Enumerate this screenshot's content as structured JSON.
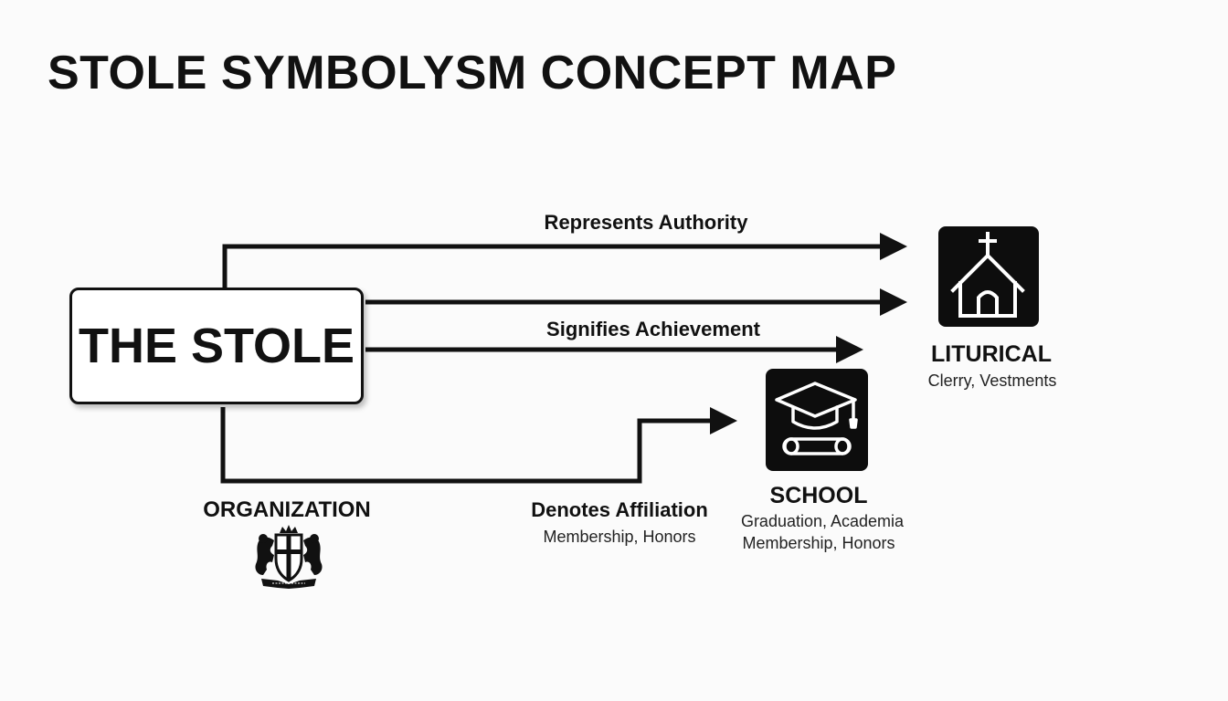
{
  "title": "STOLE SYMBOLYSM CONCEPT MAP",
  "center_node": {
    "label": "THE STOLE"
  },
  "edges": {
    "authority": "Represents Authority",
    "achievement": "Signifies Achievement",
    "affiliation": "Denotes Affiliation",
    "affiliation_sub": "Membership, Honors"
  },
  "nodes": {
    "liturgical": {
      "title": "LITURICAL",
      "subtitle": "Clerry, Vestments",
      "icon": "church-icon"
    },
    "school": {
      "title": "SCHOOL",
      "subtitle_1": "Graduation, Academia",
      "subtitle_2": "Membership, Honors",
      "icon": "graduation-cap-diploma-icon"
    },
    "organization": {
      "title": "ORGANIZATION",
      "icon": "heraldic-crest-icon"
    }
  },
  "colors": {
    "ink": "#111111",
    "tile": "#0d0d0d",
    "background": "#fbfbfb"
  }
}
